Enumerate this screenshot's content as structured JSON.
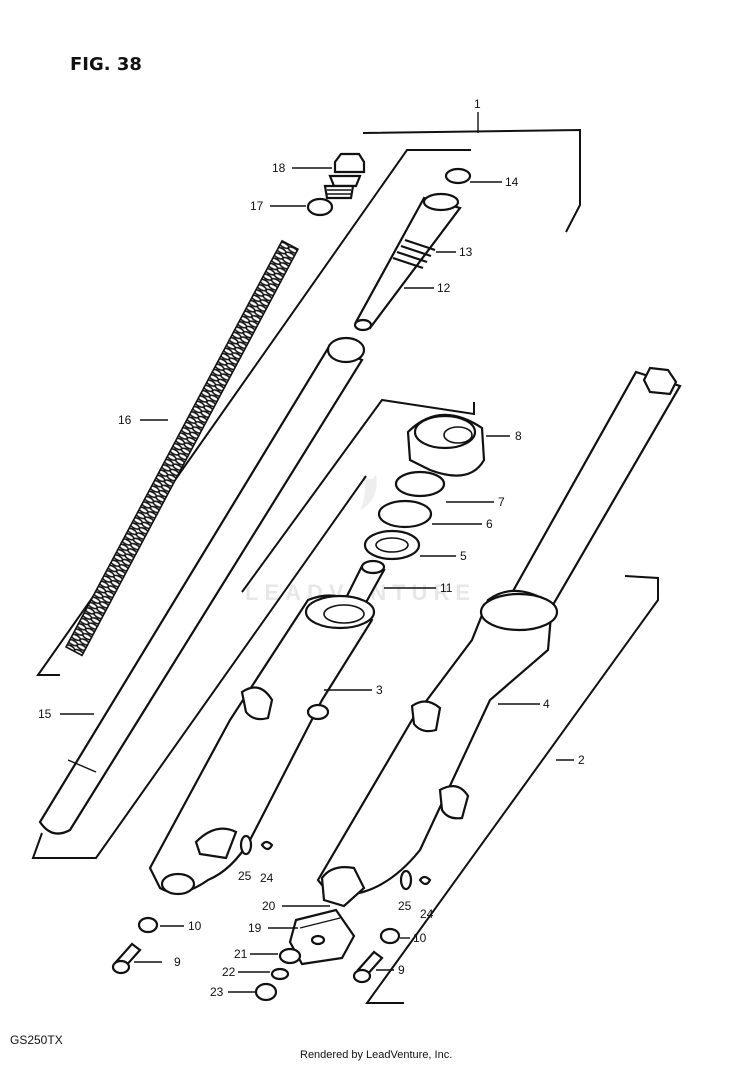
{
  "figure": {
    "title": "FIG. 38",
    "model": "GS250TX"
  },
  "watermark": {
    "text": "LEADVENTURE",
    "color": "#e7e7e7"
  },
  "credit": "Rendered by LeadVenture, Inc.",
  "callouts": [
    {
      "id": "1",
      "label": "1"
    },
    {
      "id": "2",
      "label": "2"
    },
    {
      "id": "3",
      "label": "3"
    },
    {
      "id": "4",
      "label": "4"
    },
    {
      "id": "5",
      "label": "5"
    },
    {
      "id": "6",
      "label": "6"
    },
    {
      "id": "7",
      "label": "7"
    },
    {
      "id": "8",
      "label": "8"
    },
    {
      "id": "9a",
      "label": "9"
    },
    {
      "id": "9b",
      "label": "9"
    },
    {
      "id": "10a",
      "label": "10"
    },
    {
      "id": "10b",
      "label": "10"
    },
    {
      "id": "11",
      "label": "11"
    },
    {
      "id": "12",
      "label": "12"
    },
    {
      "id": "13",
      "label": "13"
    },
    {
      "id": "14",
      "label": "14"
    },
    {
      "id": "15",
      "label": "15"
    },
    {
      "id": "16",
      "label": "16"
    },
    {
      "id": "17",
      "label": "17"
    },
    {
      "id": "18",
      "label": "18"
    },
    {
      "id": "19",
      "label": "19"
    },
    {
      "id": "20",
      "label": "20"
    },
    {
      "id": "21",
      "label": "21"
    },
    {
      "id": "22",
      "label": "22"
    },
    {
      "id": "23",
      "label": "23"
    },
    {
      "id": "24a",
      "label": "24"
    },
    {
      "id": "24b",
      "label": "24"
    },
    {
      "id": "25a",
      "label": "25"
    },
    {
      "id": "25b",
      "label": "25"
    }
  ]
}
